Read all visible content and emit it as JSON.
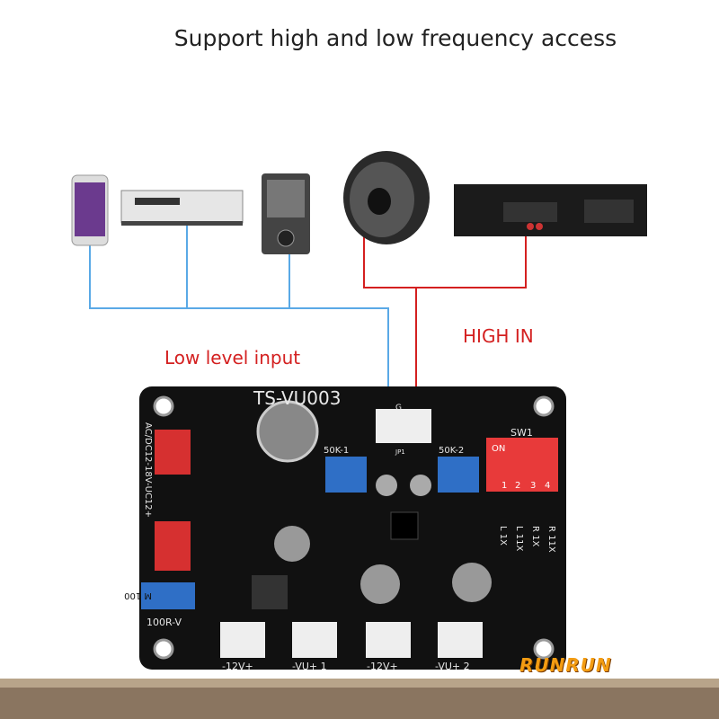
{
  "title": "Support high and low frequency access",
  "labels": {
    "low_level_input": "Low level input",
    "high_in": "HIGH IN"
  },
  "devices": [
    "smartphone",
    "cd-player",
    "music-player",
    "speaker",
    "amplifier"
  ],
  "board": {
    "model": "TS-VU003",
    "power_label": "AC/DC12-18V-UC12+",
    "switch_label": "SW1",
    "switch_on": "ON",
    "switch_numbers": [
      "1",
      "2",
      "3",
      "4"
    ],
    "pot1": "50K-1",
    "pot2": "50K-2",
    "trim_pot": "100R-V",
    "trim_marking": "M 100",
    "input_connector": "JP1",
    "input_pin": "G",
    "gain_labels": [
      "L 1X",
      "L 11X",
      "R 1X",
      "R 11X"
    ],
    "connectors": [
      "-12V+",
      "-VU+ 1",
      "-12V+",
      "-VU+ 2"
    ],
    "colors": {
      "board": "#111111",
      "wire_low": "#5aa9e6",
      "wire_high": "#d42020",
      "switch": "#e83a3a",
      "pot": "#2f6fc6"
    }
  },
  "logo": "RUNRUN"
}
